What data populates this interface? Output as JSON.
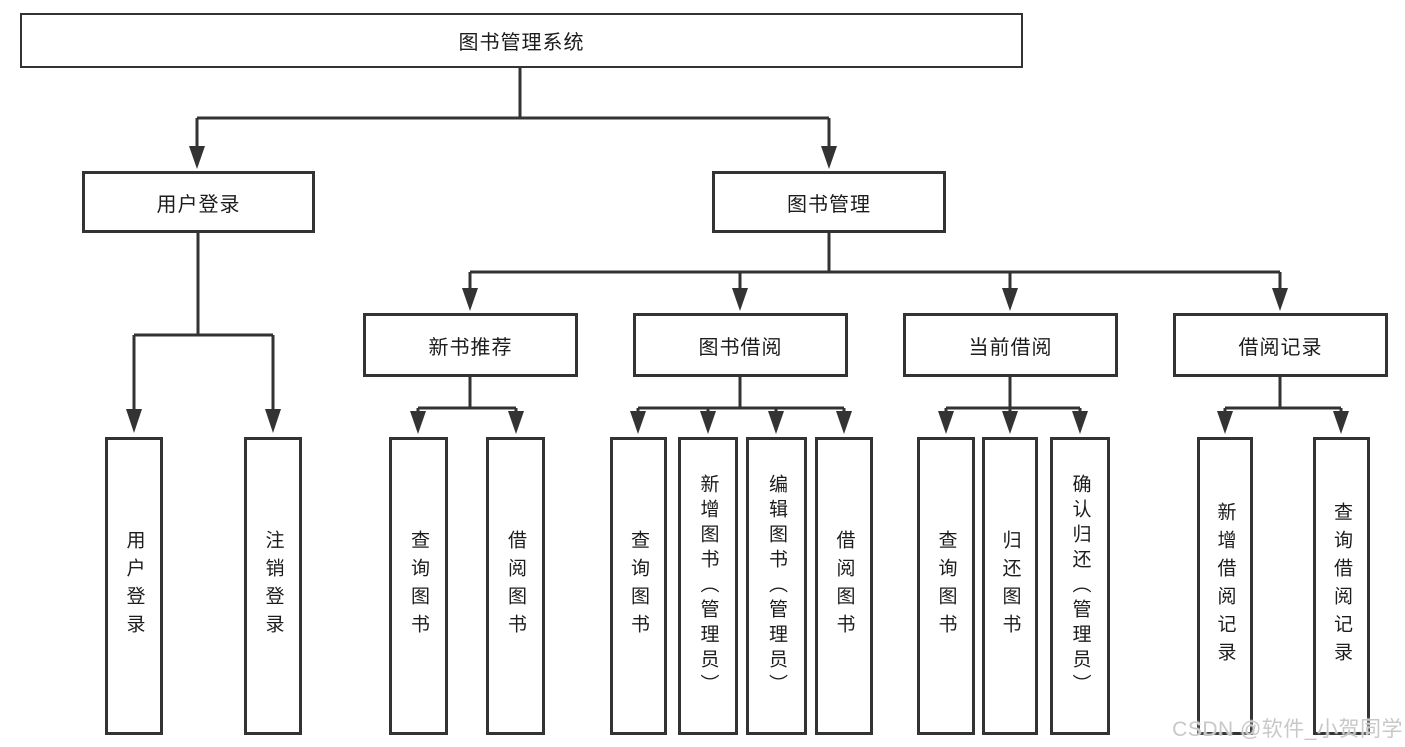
{
  "colors": {
    "line": "#333333",
    "box_border": "#333333",
    "text": "#1c1c1c",
    "background": "#ffffff",
    "watermark": "#c8c8c8"
  },
  "tree": {
    "label": "图书管理系统",
    "children": [
      {
        "label": "用户登录",
        "children": [
          {
            "label": "用户登录"
          },
          {
            "label": "注销登录"
          }
        ]
      },
      {
        "label": "图书管理",
        "children": [
          {
            "label": "新书推荐",
            "children": [
              {
                "label": "查询图书"
              },
              {
                "label": "借阅图书"
              }
            ]
          },
          {
            "label": "图书借阅",
            "children": [
              {
                "label": "查询图书"
              },
              {
                "label": "新增图书（管理员）"
              },
              {
                "label": "编辑图书（管理员）"
              },
              {
                "label": "借阅图书"
              }
            ]
          },
          {
            "label": "当前借阅",
            "children": [
              {
                "label": "查询图书"
              },
              {
                "label": "归还图书"
              },
              {
                "label": "确认归还（管理员）"
              }
            ]
          },
          {
            "label": "借阅记录",
            "children": [
              {
                "label": "新增借阅记录"
              },
              {
                "label": "查询借阅记录"
              }
            ]
          }
        ]
      }
    ]
  },
  "watermark": "CSDN @软件_小贺同学"
}
